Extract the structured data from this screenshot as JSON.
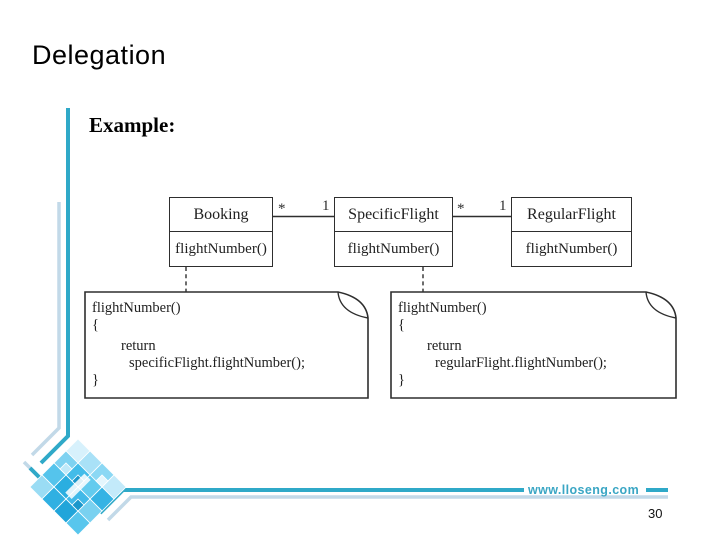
{
  "slide": {
    "title": "Delegation",
    "section_label": "Example:",
    "footer_url": "www.lloseng.com",
    "page_number": "30"
  },
  "colors": {
    "accent_teal": "#2fa9c8",
    "accent_light_blue": "#c2d9e8",
    "footer_url_color": "#3aa6c4",
    "diagram_ink": "#2e2e2e"
  },
  "diagram": {
    "classes": [
      {
        "name": "Booking",
        "method": "flightNumber()"
      },
      {
        "name": "SpecificFlight",
        "method": "flightNumber()"
      },
      {
        "name": "RegularFlight",
        "method": "flightNumber()"
      }
    ],
    "associations": [
      {
        "near_multiplicity": "*",
        "far_multiplicity": "1"
      },
      {
        "near_multiplicity": "*",
        "far_multiplicity": "1"
      }
    ],
    "notes": [
      {
        "lines": [
          "flightNumber()",
          "{",
          "return",
          "specificFlight.flightNumber();",
          "}"
        ]
      },
      {
        "lines": [
          "flightNumber()",
          "{",
          "return",
          "regularFlight.flightNumber();",
          "}"
        ]
      }
    ]
  }
}
